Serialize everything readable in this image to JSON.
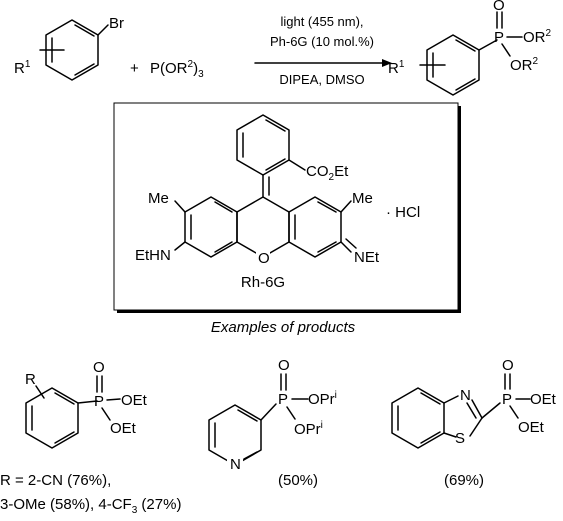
{
  "reaction": {
    "reagent_r1": "R",
    "reagent_r1_sup": "1",
    "reagent_br": "Br",
    "plus": "+",
    "phosphite_p": "P(OR",
    "phosphite_sup": "2",
    "phosphite_close": ")",
    "phosphite_sub": "3",
    "condition_line1": "light (455 nm),",
    "condition_line2": "Ph-6G (10 mol.%)",
    "condition_line3": "DIPEA, DMSO",
    "product_r1": "R",
    "product_r1_sup": "1",
    "product_o": "O",
    "product_p": "P",
    "product_or2_top": "OR",
    "product_or2_top_sup": "2",
    "product_or2_bottom": "OR",
    "product_or2_bottom_sup": "2"
  },
  "catalyst": {
    "ester_co2": "CO",
    "ester_sub": "2",
    "ester_et": "Et",
    "me_left": "Me",
    "me_right": "Me",
    "hcl": "· HCl",
    "nhet": "EtHN",
    "o_ring": "O",
    "imine_n": "NEt",
    "name": "Rh-6G"
  },
  "examples_heading": "Examples of products",
  "products": {
    "p1": {
      "r": "R",
      "o": "O",
      "p": "P",
      "oet_top": "OEt",
      "oet_bottom": "OEt",
      "yield_line1": "R = 2-CN (76%),",
      "yield_line2_a": "3-OMe (58%), 4-CF",
      "yield_line2_sub": "3",
      "yield_line2_b": " (27%)"
    },
    "p2": {
      "o": "O",
      "p": "P",
      "opr_top": "OPr",
      "opr_top_sup": "i",
      "opr_bottom": "OPr",
      "opr_bottom_sup": "i",
      "n": "N",
      "yield": "(50%)"
    },
    "p3": {
      "n": "N",
      "s": "S",
      "o": "O",
      "p": "P",
      "oet_top": "OEt",
      "oet_bottom": "OEt",
      "yield": "(69%)"
    }
  }
}
